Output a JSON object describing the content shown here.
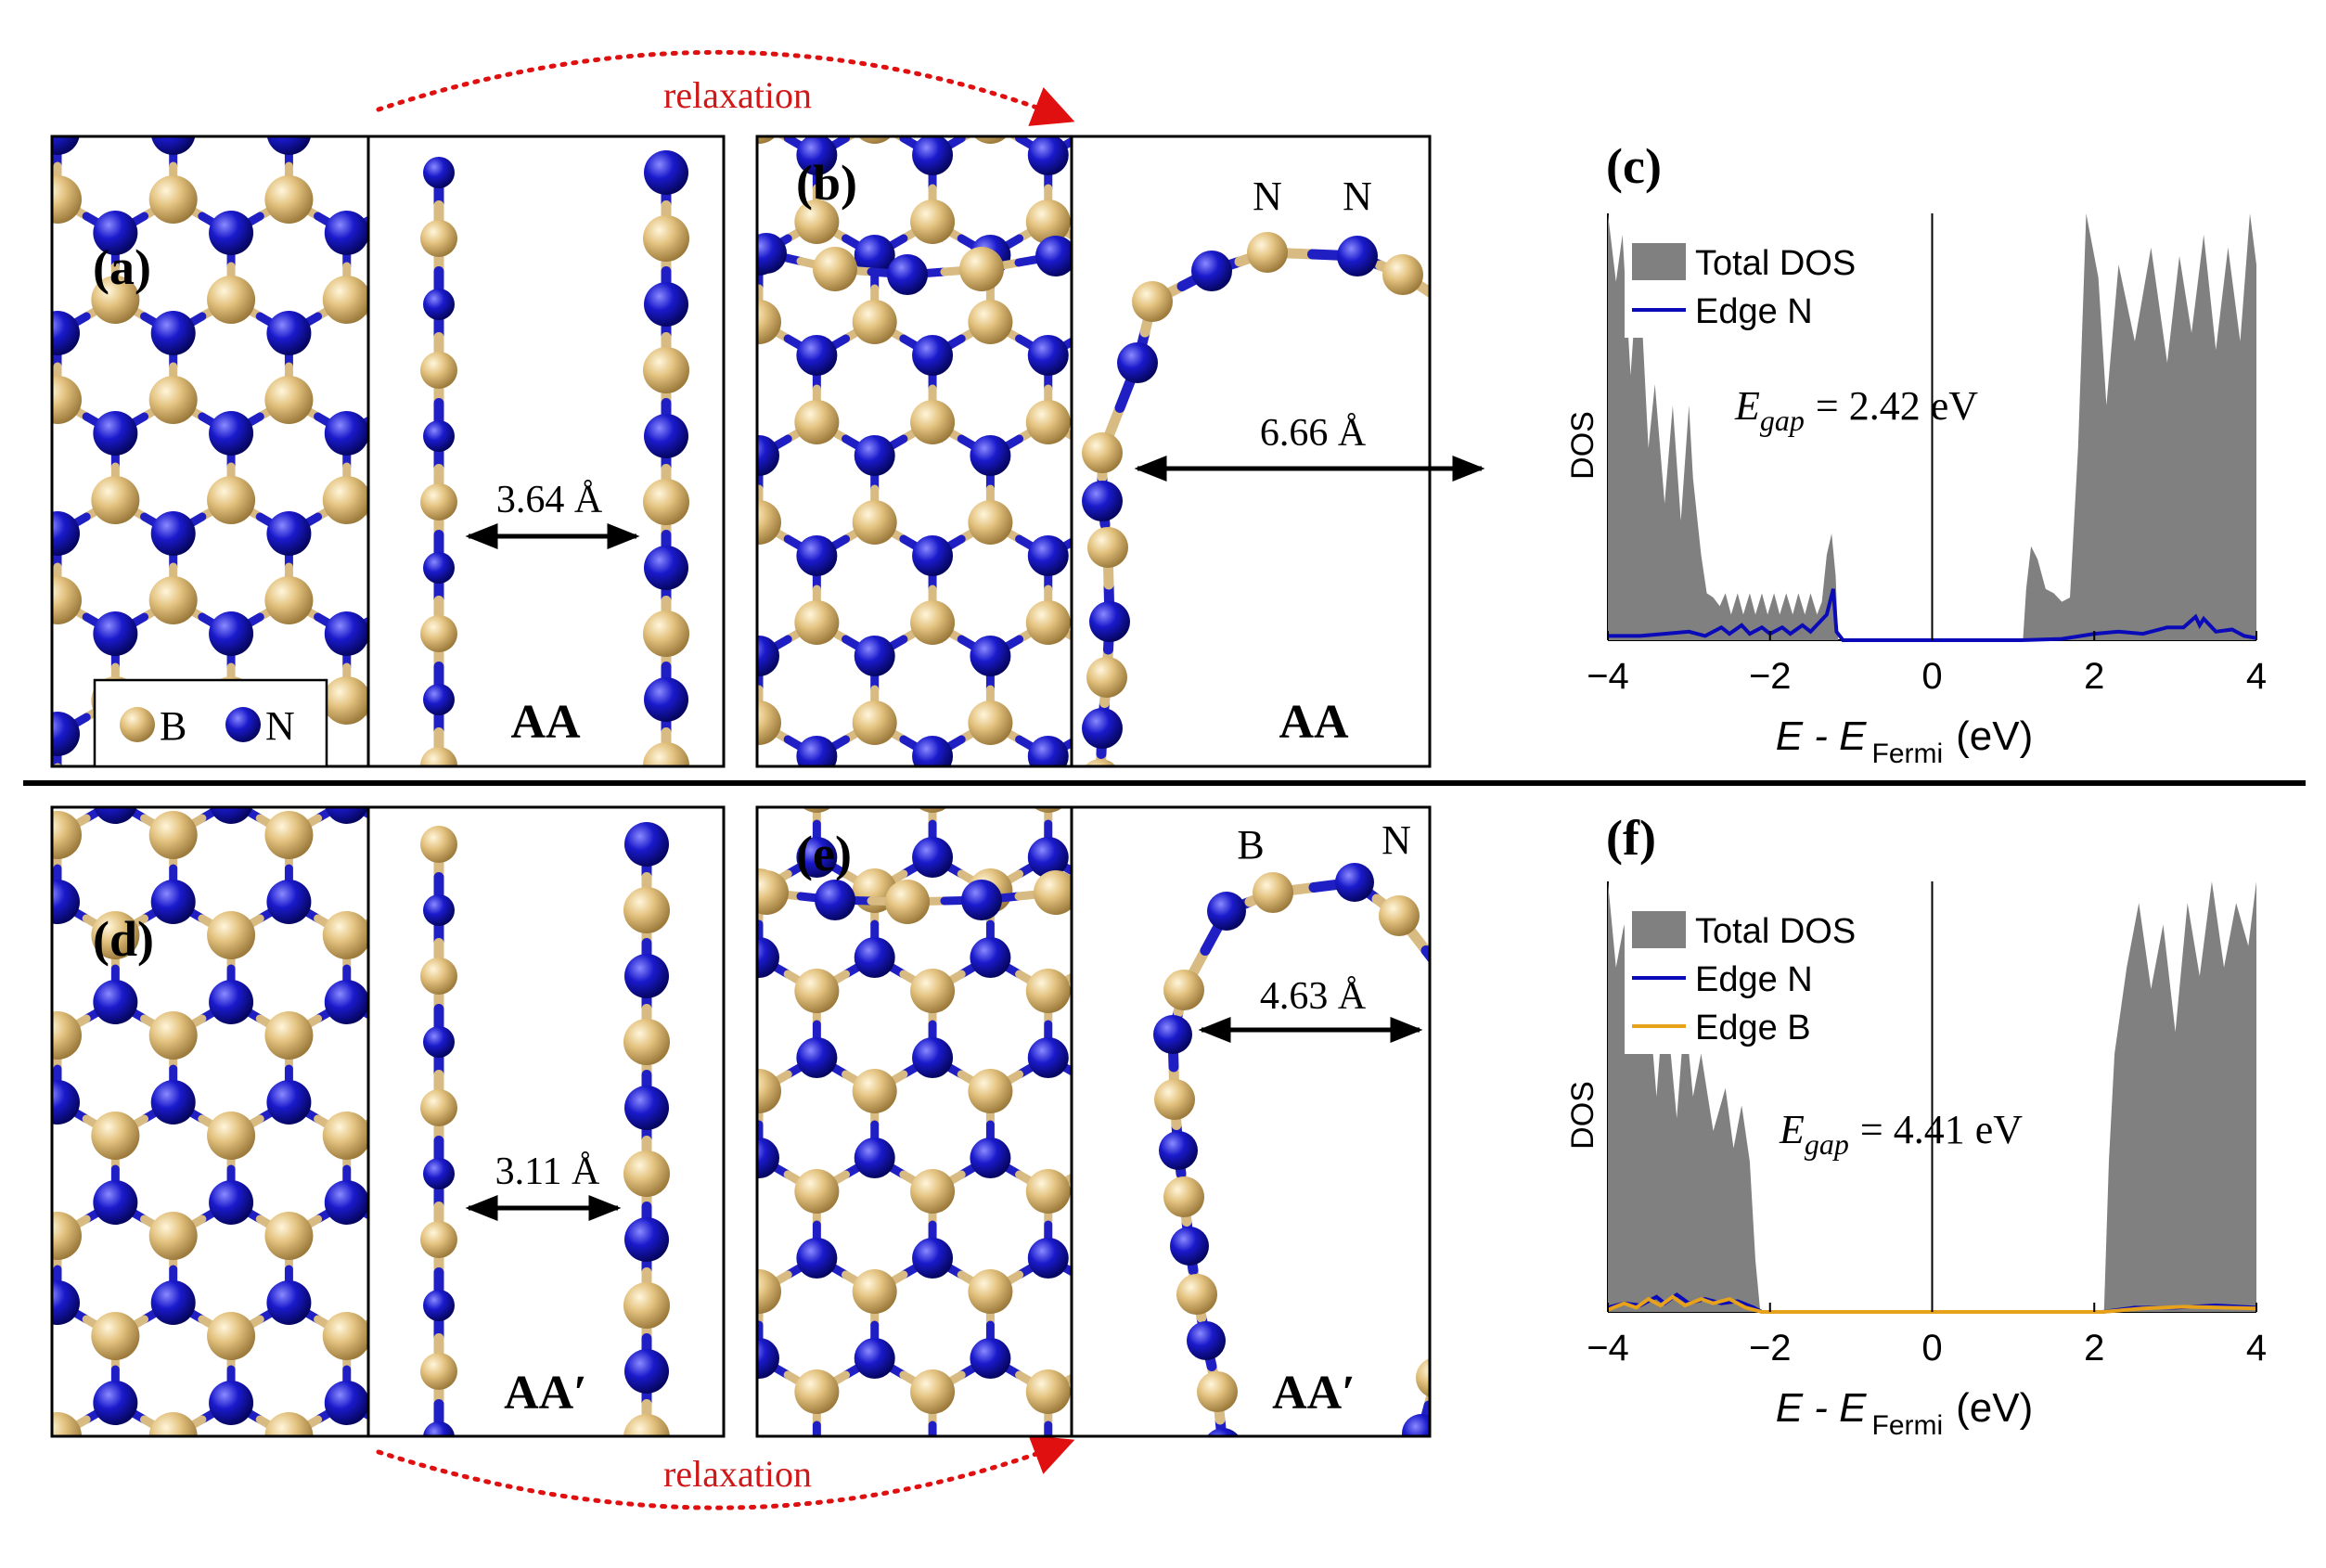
{
  "panel_labels": {
    "a": "(a)",
    "b": "(b)",
    "c": "(c)",
    "d": "(d)",
    "e": "(e)",
    "f": "(f)"
  },
  "relaxation_label": "relaxation",
  "legend": {
    "boron": "B",
    "nitrogen": "N"
  },
  "stacking": {
    "top": "AA",
    "bottom": "AA′"
  },
  "distances": {
    "a": "3.64 Å",
    "b": "6.66 Å",
    "d": "3.11 Å",
    "e": "4.63 Å"
  },
  "edge_atoms": {
    "b_left": "N",
    "b_right": "N",
    "e_left": "B",
    "e_right": "N"
  },
  "colors": {
    "boron": "#e0bf7a",
    "nitrogen": "#1a1acc",
    "total_dos": "#808080",
    "edge_n": "#0a0ab8",
    "edge_b": "#e5a21a",
    "arrow": "#e01010"
  },
  "chart_data": [
    {
      "type": "area",
      "panel": "(c)",
      "xlabel_main": "E - E",
      "xlabel_sub": "Fermi",
      "xlabel_unit": "(eV)",
      "ylabel": "DOS",
      "xlim": [
        -4,
        4
      ],
      "ylim": [
        0,
        1
      ],
      "xticks": [
        "-4",
        "-2",
        "0",
        "2",
        "4"
      ],
      "gap_prefix": "E",
      "gap_sub": "gap",
      "gap_value": "= 2.42 eV",
      "legend": [
        "Total DOS",
        "Edge N"
      ],
      "series": [
        {
          "name": "Total DOS",
          "points": [
            [
              -4,
              1
            ],
            [
              -3.9,
              0.84
            ],
            [
              -3.82,
              0.95
            ],
            [
              -3.72,
              0.62
            ],
            [
              -3.62,
              0.9
            ],
            [
              -3.5,
              0.45
            ],
            [
              -3.42,
              0.6
            ],
            [
              -3.3,
              0.32
            ],
            [
              -3.2,
              0.55
            ],
            [
              -3.1,
              0.28
            ],
            [
              -3.0,
              0.55
            ],
            [
              -2.95,
              0.38
            ],
            [
              -2.85,
              0.2
            ],
            [
              -2.78,
              0.11
            ],
            [
              -2.7,
              0.1
            ],
            [
              -2.62,
              0.08
            ],
            [
              -2.55,
              0.11
            ],
            [
              -2.48,
              0.06
            ],
            [
              -2.4,
              0.11
            ],
            [
              -2.33,
              0.06
            ],
            [
              -2.25,
              0.11
            ],
            [
              -2.18,
              0.06
            ],
            [
              -2.1,
              0.11
            ],
            [
              -2.03,
              0.06
            ],
            [
              -1.95,
              0.11
            ],
            [
              -1.88,
              0.06
            ],
            [
              -1.8,
              0.11
            ],
            [
              -1.72,
              0.06
            ],
            [
              -1.65,
              0.11
            ],
            [
              -1.57,
              0.06
            ],
            [
              -1.5,
              0.11
            ],
            [
              -1.42,
              0.06
            ],
            [
              -1.36,
              0.09
            ],
            [
              -1.3,
              0.2
            ],
            [
              -1.24,
              0.25
            ],
            [
              -1.19,
              0.15
            ],
            [
              -1.16,
              0
            ],
            [
              1.12,
              0
            ],
            [
              1.16,
              0.12
            ],
            [
              1.22,
              0.22
            ],
            [
              1.3,
              0.19
            ],
            [
              1.4,
              0.12
            ],
            [
              1.5,
              0.11
            ],
            [
              1.6,
              0.09
            ],
            [
              1.7,
              0.1
            ],
            [
              1.8,
              0.45
            ],
            [
              1.9,
              1
            ],
            [
              2.05,
              0.85
            ],
            [
              2.15,
              0.55
            ],
            [
              2.3,
              0.88
            ],
            [
              2.5,
              0.7
            ],
            [
              2.7,
              0.92
            ],
            [
              2.9,
              0.65
            ],
            [
              3.05,
              0.9
            ],
            [
              3.2,
              0.72
            ],
            [
              3.35,
              0.95
            ],
            [
              3.5,
              0.68
            ],
            [
              3.65,
              0.92
            ],
            [
              3.8,
              0.7
            ],
            [
              3.92,
              1
            ],
            [
              4,
              0.88
            ]
          ]
        },
        {
          "name": "Edge N",
          "points": [
            [
              -4,
              0.01
            ],
            [
              -3.6,
              0.01
            ],
            [
              -3.3,
              0.015
            ],
            [
              -3.0,
              0.02
            ],
            [
              -2.8,
              0.01
            ],
            [
              -2.6,
              0.03
            ],
            [
              -2.5,
              0.015
            ],
            [
              -2.35,
              0.035
            ],
            [
              -2.25,
              0.015
            ],
            [
              -2.1,
              0.03
            ],
            [
              -2.0,
              0.015
            ],
            [
              -1.85,
              0.03
            ],
            [
              -1.75,
              0.015
            ],
            [
              -1.6,
              0.035
            ],
            [
              -1.5,
              0.02
            ],
            [
              -1.4,
              0.04
            ],
            [
              -1.3,
              0.06
            ],
            [
              -1.22,
              0.12
            ],
            [
              -1.18,
              0.02
            ],
            [
              -1.1,
              0.0
            ],
            [
              1.1,
              0.0
            ],
            [
              1.6,
              0.003
            ],
            [
              2.0,
              0.015
            ],
            [
              2.3,
              0.02
            ],
            [
              2.6,
              0.015
            ],
            [
              2.9,
              0.03
            ],
            [
              3.1,
              0.03
            ],
            [
              3.25,
              0.055
            ],
            [
              3.3,
              0.035
            ],
            [
              3.35,
              0.05
            ],
            [
              3.5,
              0.02
            ],
            [
              3.7,
              0.025
            ],
            [
              3.85,
              0.01
            ],
            [
              4,
              0.005
            ]
          ]
        }
      ]
    },
    {
      "type": "area",
      "panel": "(f)",
      "xlabel_main": "E - E",
      "xlabel_sub": "Fermi",
      "xlabel_unit": "(eV)",
      "ylabel": "DOS",
      "xlim": [
        -4,
        4
      ],
      "ylim": [
        0,
        1
      ],
      "xticks": [
        "-4",
        "-2",
        "0",
        "2",
        "4"
      ],
      "gap_prefix": "E",
      "gap_sub": "gap",
      "gap_value": "= 4.41 eV",
      "legend": [
        "Total DOS",
        "Edge N",
        "Edge B"
      ],
      "series": [
        {
          "name": "Total DOS",
          "points": [
            [
              -4,
              1
            ],
            [
              -3.9,
              0.8
            ],
            [
              -3.8,
              0.9
            ],
            [
              -3.65,
              0.6
            ],
            [
              -3.55,
              0.85
            ],
            [
              -3.4,
              0.5
            ],
            [
              -3.3,
              0.75
            ],
            [
              -3.15,
              0.45
            ],
            [
              -3.05,
              0.7
            ],
            [
              -2.95,
              0.5
            ],
            [
              -2.85,
              0.6
            ],
            [
              -2.7,
              0.42
            ],
            [
              -2.55,
              0.52
            ],
            [
              -2.45,
              0.38
            ],
            [
              -2.35,
              0.48
            ],
            [
              -2.25,
              0.35
            ],
            [
              -2.18,
              0.12
            ],
            [
              -2.12,
              0
            ],
            [
              2.12,
              0
            ],
            [
              2.18,
              0.35
            ],
            [
              2.25,
              0.6
            ],
            [
              2.4,
              0.8
            ],
            [
              2.55,
              0.95
            ],
            [
              2.7,
              0.75
            ],
            [
              2.85,
              0.9
            ],
            [
              3.0,
              0.65
            ],
            [
              3.15,
              0.95
            ],
            [
              3.3,
              0.78
            ],
            [
              3.45,
              1
            ],
            [
              3.6,
              0.8
            ],
            [
              3.75,
              0.95
            ],
            [
              3.9,
              0.85
            ],
            [
              4,
              1
            ]
          ]
        },
        {
          "name": "Edge N",
          "points": [
            [
              -4,
              0.01
            ],
            [
              -3.8,
              0.02
            ],
            [
              -3.6,
              0.015
            ],
            [
              -3.4,
              0.035
            ],
            [
              -3.3,
              0.02
            ],
            [
              -3.15,
              0.04
            ],
            [
              -3.0,
              0.02
            ],
            [
              -2.8,
              0.03
            ],
            [
              -2.6,
              0.02
            ],
            [
              -2.4,
              0.025
            ],
            [
              -2.2,
              0.01
            ],
            [
              -2.1,
              0.0
            ],
            [
              2.1,
              0.0
            ],
            [
              2.5,
              0.01
            ],
            [
              3.0,
              0.01
            ],
            [
              3.5,
              0.015
            ],
            [
              4,
              0.01
            ]
          ]
        },
        {
          "name": "Edge B",
          "points": [
            [
              -4,
              0.005
            ],
            [
              -3.8,
              0.02
            ],
            [
              -3.65,
              0.01
            ],
            [
              -3.5,
              0.03
            ],
            [
              -3.35,
              0.015
            ],
            [
              -3.2,
              0.035
            ],
            [
              -3.05,
              0.015
            ],
            [
              -2.85,
              0.03
            ],
            [
              -2.7,
              0.02
            ],
            [
              -2.5,
              0.03
            ],
            [
              -2.3,
              0.01
            ],
            [
              -2.1,
              0.0
            ],
            [
              2.1,
              0.0
            ],
            [
              2.6,
              0.008
            ],
            [
              3.1,
              0.012
            ],
            [
              3.6,
              0.01
            ],
            [
              4,
              0.008
            ]
          ]
        }
      ]
    }
  ]
}
